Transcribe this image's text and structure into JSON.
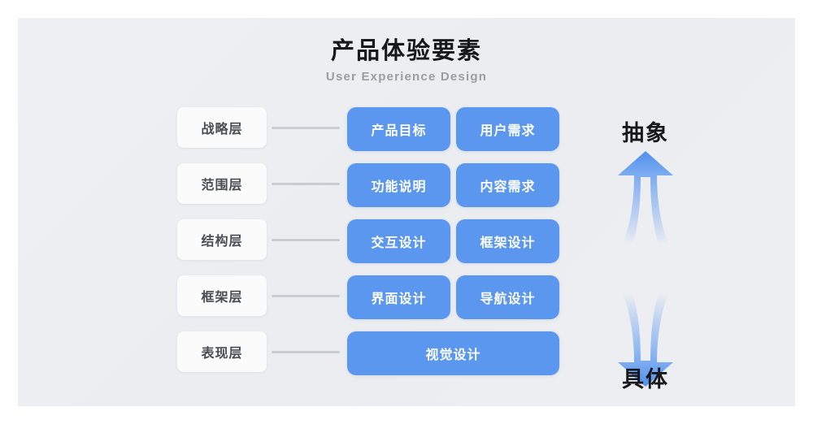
{
  "header": {
    "title": "产品体验要素",
    "subtitle": "User Experience Design"
  },
  "diagram": {
    "rows": [
      {
        "layer": "战略层",
        "boxes": [
          "产品目标",
          "用户需求"
        ]
      },
      {
        "layer": "范围层",
        "boxes": [
          "功能说明",
          "内容需求"
        ]
      },
      {
        "layer": "结构层",
        "boxes": [
          "交互设计",
          "框架设计"
        ]
      },
      {
        "layer": "框架层",
        "boxes": [
          "界面设计",
          "导航设计"
        ]
      },
      {
        "layer": "表现层",
        "boxes": [
          "视觉设计"
        ]
      }
    ]
  },
  "axis": {
    "top_label": "抽象",
    "bottom_label": "具体"
  },
  "colors": {
    "box_blue": "#5b97ef",
    "card_background": "#eceef2",
    "label_background": "#fbfbfc",
    "connector_gray": "#c9ccd2",
    "title_text": "#16181c",
    "subtitle_text": "#9a9da3",
    "layer_text": "#4a4d52",
    "box_text": "#ffffff"
  }
}
